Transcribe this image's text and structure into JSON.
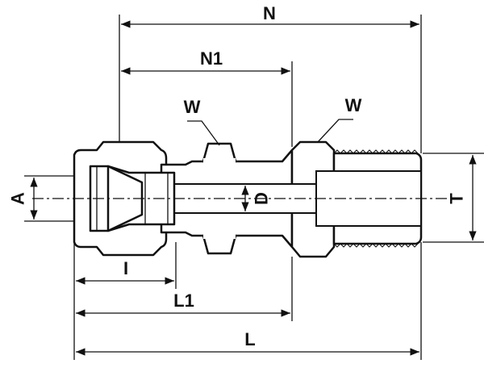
{
  "labels": {
    "N": "N",
    "N1": "N1",
    "W_left": "W",
    "W_right": "W",
    "A": "A",
    "D": "D",
    "T": "T",
    "I": "I",
    "L1": "L1",
    "L": "L"
  }
}
